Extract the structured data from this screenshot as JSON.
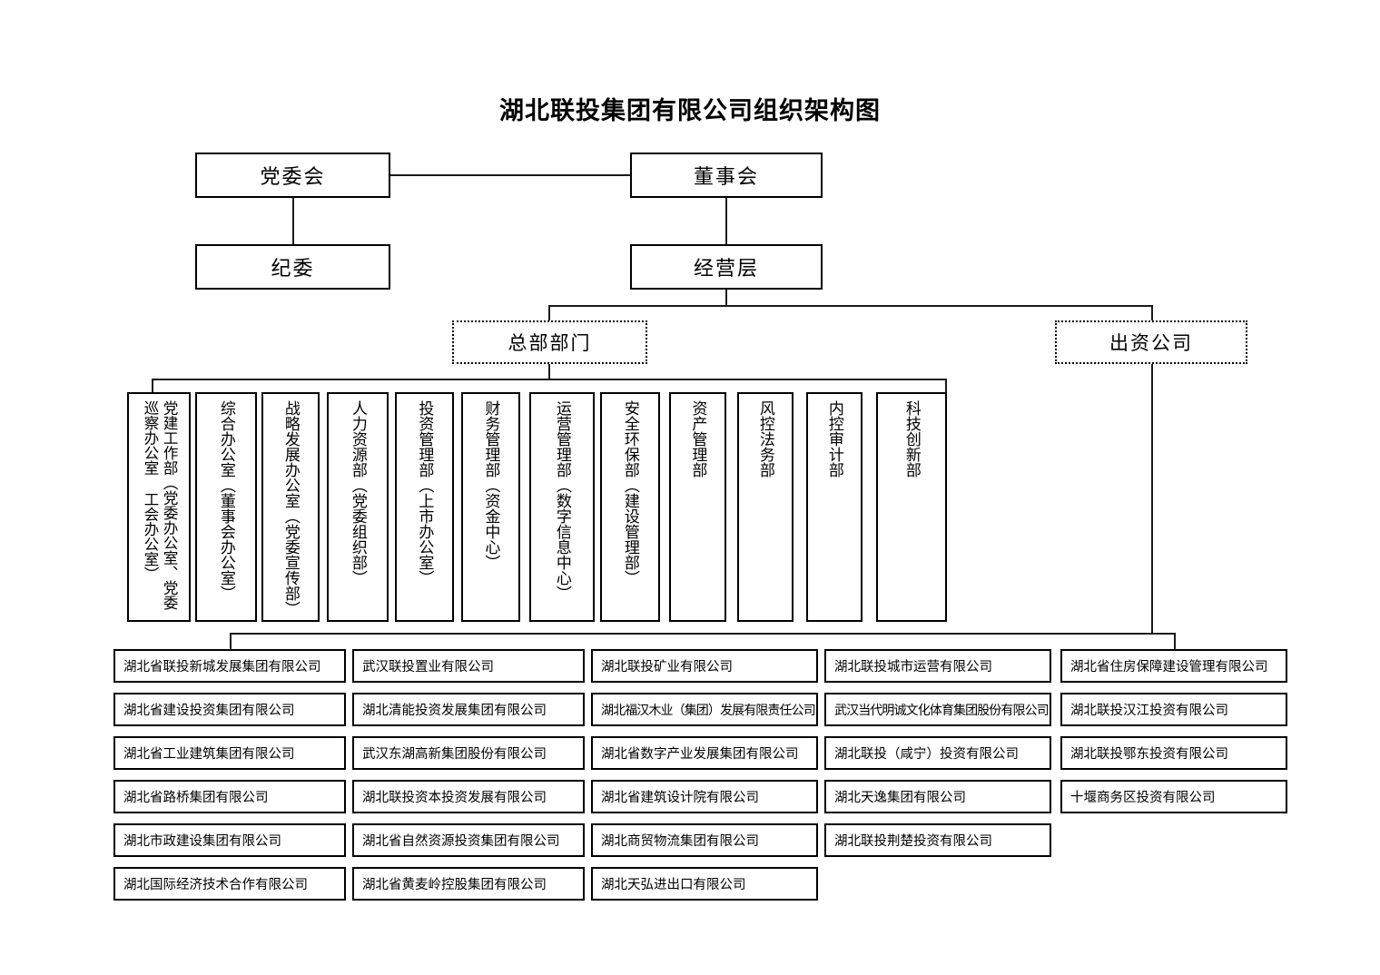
{
  "title": "湖北联投集团有限公司组织架构图",
  "top_level": {
    "party_committee": "党委会",
    "board_of_directors": "董事会",
    "discipline_committee": "纪委",
    "management": "经营层"
  },
  "groups": {
    "headquarters": "总部部门",
    "invested_companies": "出资公司"
  },
  "departments": [
    {
      "label": "党建工作部（党委办公室、党委巡察办公室 工会办公室）"
    },
    {
      "label": "综合办公室（董事会办公室）"
    },
    {
      "label": "战略发展办公室（党委宣传部）"
    },
    {
      "label": "人力资源部（党委组织部）"
    },
    {
      "label": "投资管理部（上市办公室）"
    },
    {
      "label": "财务管理部（资金中心）"
    },
    {
      "label": "运营管理部（数字信息中心）"
    },
    {
      "label": "安全环保部（建设管理部）"
    },
    {
      "label": "资产管理部"
    },
    {
      "label": "风控法务部"
    },
    {
      "label": "内控审计部"
    },
    {
      "label": "科技创新部"
    }
  ],
  "companies": {
    "column1": [
      "湖北省联投新城发展集团有限公司",
      "湖北省建设投资集团有限公司",
      "湖北省工业建筑集团有限公司",
      "湖北省路桥集团有限公司",
      "湖北市政建设集团有限公司",
      "湖北国际经济技术合作有限公司"
    ],
    "column2": [
      "武汉联投置业有限公司",
      "湖北清能投资发展集团有限公司",
      "武汉东湖高新集团股份有限公司",
      "湖北联投资本投资发展有限公司",
      "湖北省自然资源投资集团有限公司",
      "湖北省黄麦岭控股集团有限公司"
    ],
    "column3": [
      "湖北联投矿业有限公司",
      "湖北福汉木业（集团）发展有限责任公司",
      "湖北省数字产业发展集团有限公司",
      "湖北省建筑设计院有限公司",
      "湖北商贸物流集团有限公司",
      "湖北天弘进出口有限公司"
    ],
    "column4": [
      "湖北联投城市运营有限公司",
      "武汉当代明诚文化体育集团股份有限公司",
      "湖北联投（咸宁）投资有限公司",
      "湖北天逸集团有限公司",
      "湖北联投荆楚投资有限公司"
    ],
    "column5": [
      "湖北省住房保障建设管理有限公司",
      "湖北联投汉江投资有限公司",
      "湖北联投鄂东投资有限公司",
      "十堰商务区投资有限公司"
    ]
  },
  "colors": {
    "line": "#1a1a1a",
    "box_border": "#000000",
    "background": "#ffffff",
    "text": "#000000"
  }
}
